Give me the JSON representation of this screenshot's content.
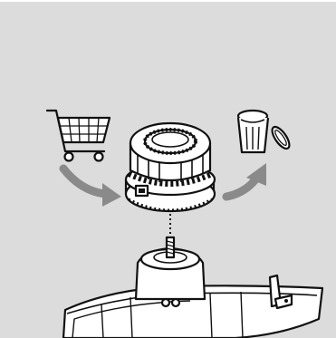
{
  "diagram": {
    "steps": [
      {
        "icon": "shopping-cart-icon",
        "role": "new part"
      },
      {
        "icon": "trimmer-spool-head-icon",
        "role": "replaceable part"
      },
      {
        "icon": "trash-can-icon",
        "role": "discard old part"
      }
    ],
    "colors": {
      "background": "#dcdcdc",
      "line": "#111111",
      "fill": "#ffffff",
      "arrow": "#8a8a8a"
    }
  }
}
